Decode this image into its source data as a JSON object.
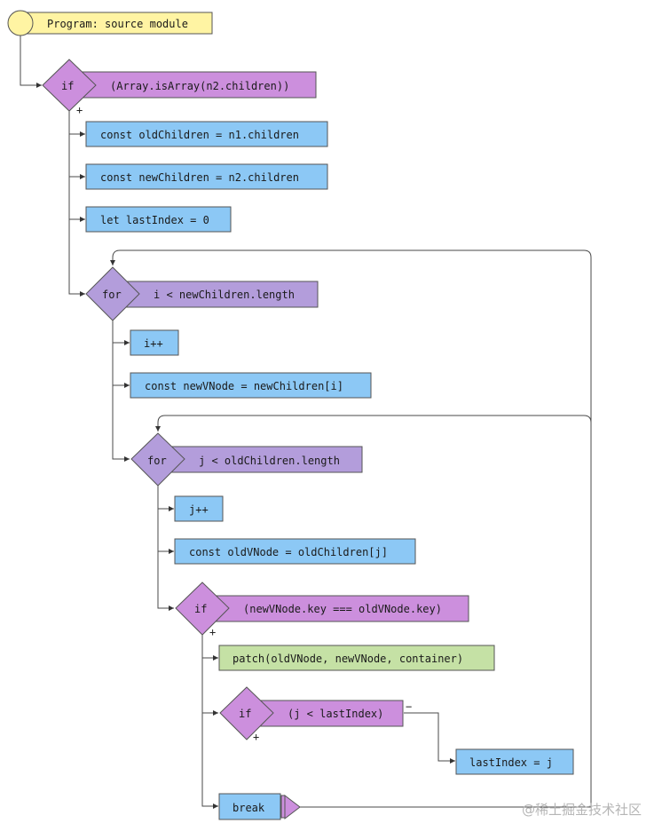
{
  "start": {
    "label": "Program: source module"
  },
  "nodes": {
    "if_array": {
      "keyword": "if",
      "condition": "(Array.isArray(n2.children))",
      "true_sign": "+"
    },
    "old_children": {
      "label": "const oldChildren = n1.children"
    },
    "new_children": {
      "label": "const newChildren = n2.children"
    },
    "last_index_init": {
      "label": "let lastIndex = 0"
    },
    "for_i": {
      "keyword": "for",
      "condition": "i < newChildren.length"
    },
    "i_inc": {
      "label": "i++"
    },
    "new_vnode": {
      "label": "const newVNode = newChildren[i]"
    },
    "for_j": {
      "keyword": "for",
      "condition": "j < oldChildren.length"
    },
    "j_inc": {
      "label": "j++"
    },
    "old_vnode": {
      "label": "const oldVNode = oldChildren[j]"
    },
    "if_key": {
      "keyword": "if",
      "condition": "(newVNode.key === oldVNode.key)",
      "true_sign": "+"
    },
    "patch": {
      "label": "patch(oldVNode, newVNode, container)"
    },
    "if_last": {
      "keyword": "if",
      "condition": "(j < lastIndex)",
      "true_sign": "+",
      "false_sign": "−"
    },
    "last_index_assign": {
      "label": "lastIndex = j"
    },
    "break_node": {
      "label": "break"
    }
  },
  "colors": {
    "start": "#fff4a3",
    "decision_if": "#cc8fdd",
    "decision_for": "#b39ddb",
    "statement": "#8cc8f5",
    "call": "#c5e1a5",
    "stroke": "#555555"
  },
  "watermark": "@稀土掘金技术社区"
}
